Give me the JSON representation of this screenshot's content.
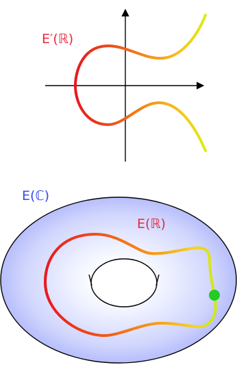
{
  "labels": {
    "top_curve": "E′(ℝ)",
    "torus": "E(ℂ)",
    "real_curve_on_torus": "E(ℝ)"
  },
  "colors": {
    "label_red": "#e8283c",
    "label_blue": "#3548ee",
    "curve_gradient": [
      "#e8171f",
      "#f38a16",
      "#f9c31d",
      "#dcec15"
    ],
    "torus_fill_light": "#edf0ff",
    "torus_fill_dark": "#b2bafb",
    "marked_point": "#22cc22",
    "axis": "#000000"
  },
  "icons": {
    "axes": "x-y-axes-with-arrows",
    "torus": "torus-shaded",
    "point": "filled-circle"
  }
}
